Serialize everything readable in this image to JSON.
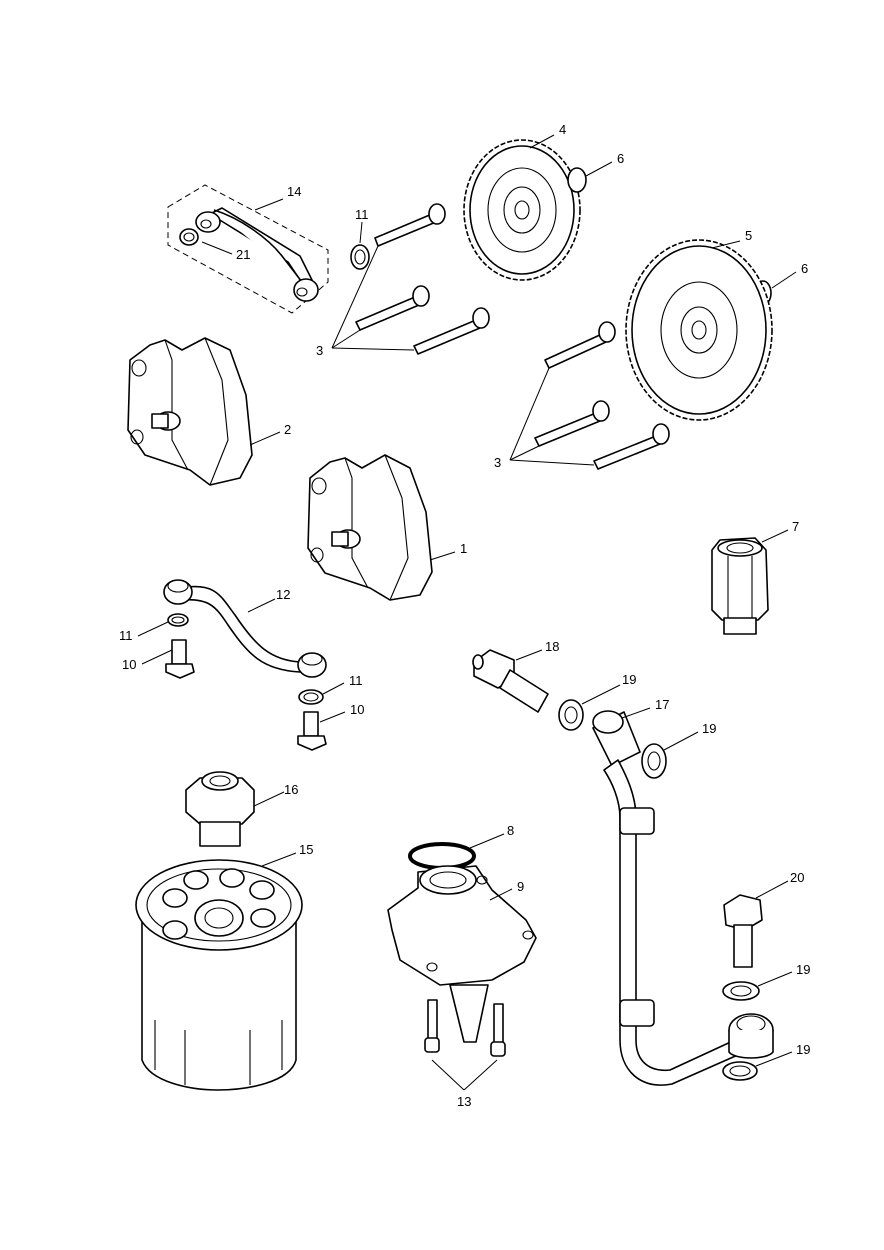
{
  "diagram": {
    "callouts": {
      "c1": "1",
      "c2": "2",
      "c3a": "3",
      "c3b": "3",
      "c4": "4",
      "c5": "5",
      "c6a": "6",
      "c6b": "6",
      "c7": "7",
      "c8": "8",
      "c9": "9",
      "c10a": "10",
      "c10b": "10",
      "c11a": "11",
      "c11b": "11",
      "c11c": "11",
      "c12": "12",
      "c13": "13",
      "c14": "14",
      "c15": "15",
      "c16": "16",
      "c17": "17",
      "c18": "18",
      "c19a": "19",
      "c19b": "19",
      "c19c": "19",
      "c19d": "19",
      "c20": "20",
      "c21": "21"
    }
  }
}
